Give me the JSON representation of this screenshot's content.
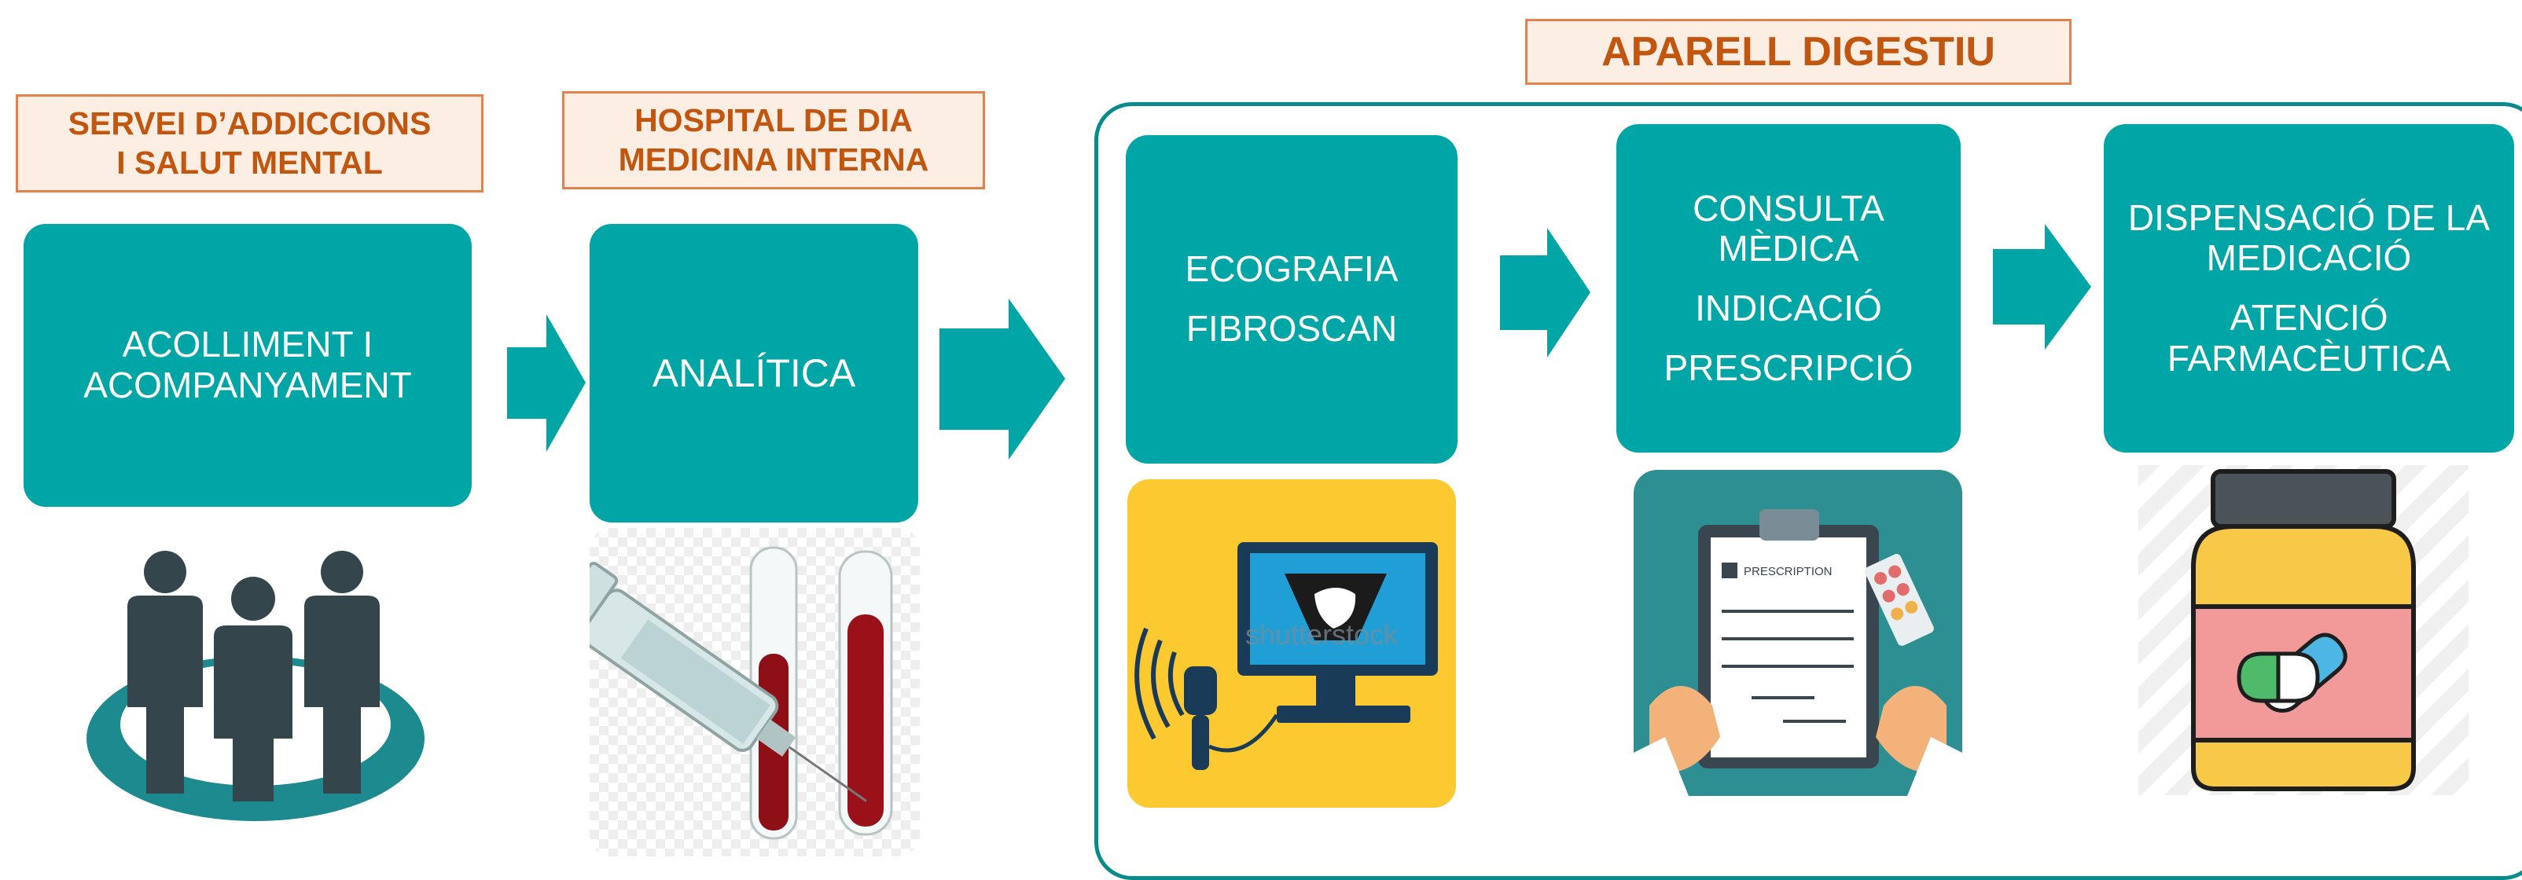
{
  "labels": {
    "addiccions": [
      "SERVEI D’ADDICCIONS",
      "I SALUT MENTAL"
    ],
    "hospital": [
      "HOSPITAL DE DIA",
      "MEDICINA INTERNA"
    ],
    "digestiu": "APARELL DIGESTIU"
  },
  "steps": {
    "acolliment": [
      "ACOLLIMENT I",
      "ACOMPANYAMENT"
    ],
    "analitica": "ANALÍTICA",
    "ecografia": [
      "ECOGRAFIA",
      "FIBROSCAN"
    ],
    "consulta": [
      "CONSULTA",
      "MÈDICA",
      "INDICACIÓ",
      "PRESCRIPCIÓ"
    ],
    "dispensacio": [
      "DISPENSACIÓ DE LA",
      "MEDICACIÓ",
      "ATENCIÓ",
      "FARMACÈUTICA"
    ]
  },
  "images": {
    "ecografia_watermark": "shutterstock",
    "prescription_text": "PRESCRIPTION"
  },
  "icons": [
    "people-group-icon",
    "syringe-test-tubes-icon",
    "ultrasound-monitor-icon",
    "prescription-clipboard-icon",
    "pill-bottle-icon"
  ],
  "colors": {
    "teal": "#00a6a6",
    "label_fill": "#fdeee4",
    "label_border": "#e3824a",
    "label_text": "#c2560f",
    "frame": "#0a8a8a"
  }
}
